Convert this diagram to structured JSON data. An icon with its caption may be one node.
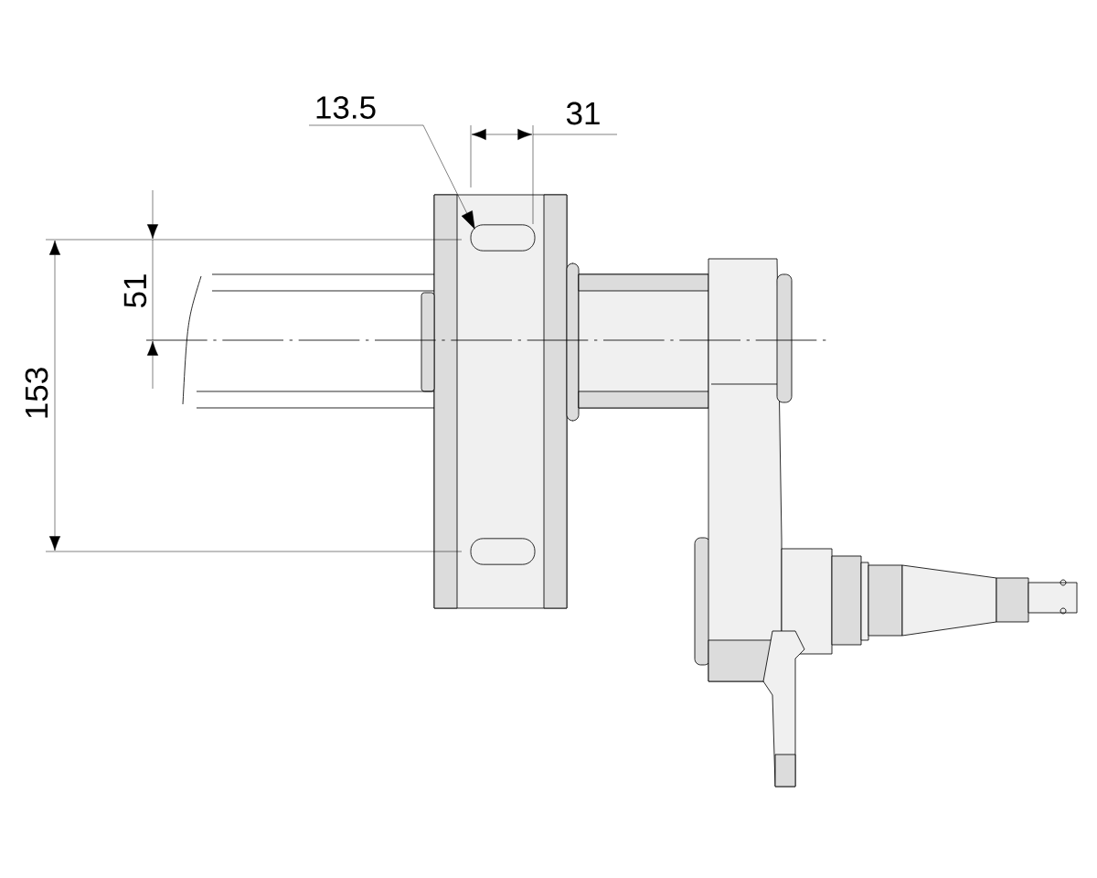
{
  "diagram": {
    "nodes": [
      {
        "text": [
          "13.5"
        ]
      },
      {
        "text": [],
        "shape": "slot"
      },
      {
        "text": [],
        "shape": "slot"
      }
    ],
    "edges": [
      {
        "from": 0,
        "to": 1,
        "arrow": "to"
      }
    ],
    "labels": [
      "31",
      "51",
      "153"
    ]
  }
}
